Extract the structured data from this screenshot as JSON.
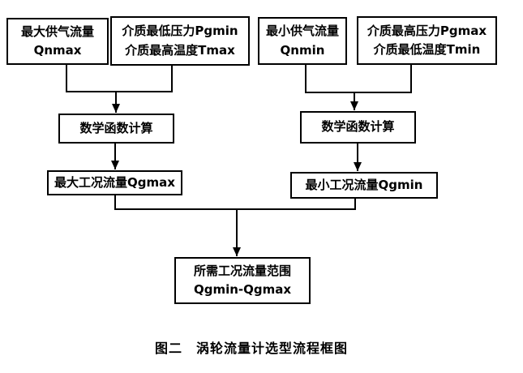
{
  "figure": {
    "caption": "图二　涡轮流量计选型流程框图"
  },
  "flowchart": {
    "colors": {
      "border": "#000000",
      "text": "#000000",
      "background": "#ffffff"
    },
    "boxes": [
      {
        "id": "qnmax",
        "line1": "最大供气流量",
        "line2": "Qnmax"
      },
      {
        "id": "pgmin_tmax",
        "line1": "介质最低压力Pgmin",
        "line2": "介质最高温度Tmax"
      },
      {
        "id": "qnmin",
        "line1": "最小供气流量",
        "line2": "Qnmin"
      },
      {
        "id": "pgmax_tmin",
        "line1": "介质最高压力Pgmax",
        "line2": "介质最低温度Tmin"
      },
      {
        "id": "math_left",
        "line1": "数学函数计算"
      },
      {
        "id": "math_right",
        "line1": "数学函数计算"
      },
      {
        "id": "qgmax",
        "line1": "最大工况流量Qgmax"
      },
      {
        "id": "qgmin",
        "line1": "最小工况流量Qgmin"
      },
      {
        "id": "range",
        "line1": "所需工况流量范围",
        "line2": "Qgmin-Qgmax"
      }
    ],
    "connections": [
      {
        "from": "qnmax",
        "to": "math_left"
      },
      {
        "from": "pgmin_tmax",
        "to": "math_left"
      },
      {
        "from": "qnmin",
        "to": "math_right"
      },
      {
        "from": "pgmax_tmin",
        "to": "math_right"
      },
      {
        "from": "math_left",
        "to": "qgmax"
      },
      {
        "from": "math_right",
        "to": "qgmin"
      },
      {
        "from": "qgmax",
        "to": "range"
      },
      {
        "from": "qgmin",
        "to": "range"
      }
    ]
  }
}
